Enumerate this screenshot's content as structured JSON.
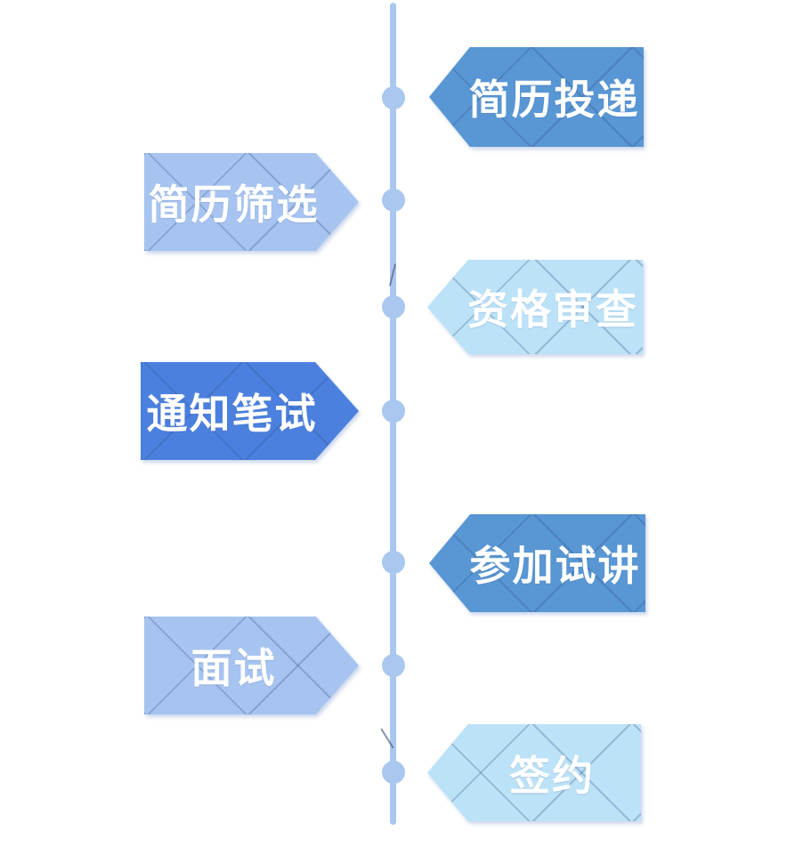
{
  "diagram": {
    "type": "vertical-timeline-flow",
    "step_count": 7
  },
  "colors": {
    "medium_blue": "#5896D4",
    "strong_blue": "#4B80DF",
    "light_blue": "#A7C4F1",
    "pale_blue": "#BCE2F8",
    "line_blue": "#A9C7EF",
    "label_text": "#FFFFFF"
  },
  "steps": [
    {
      "label": "简历投递",
      "side": "right",
      "points": "left",
      "color_variant": "medium_blue"
    },
    {
      "label": "简历筛选",
      "side": "left",
      "points": "right",
      "color_variant": "light_blue"
    },
    {
      "label": "资格审查",
      "side": "right",
      "points": "left",
      "color_variant": "pale_blue"
    },
    {
      "label": "通知笔试",
      "side": "left",
      "points": "right",
      "color_variant": "strong_blue"
    },
    {
      "label": "参加试讲",
      "side": "right",
      "points": "left",
      "color_variant": "medium_blue"
    },
    {
      "label": "面试",
      "side": "left",
      "points": "right",
      "color_variant": "light_blue"
    },
    {
      "label": "签约",
      "side": "right",
      "points": "left",
      "color_variant": "pale_blue"
    }
  ]
}
